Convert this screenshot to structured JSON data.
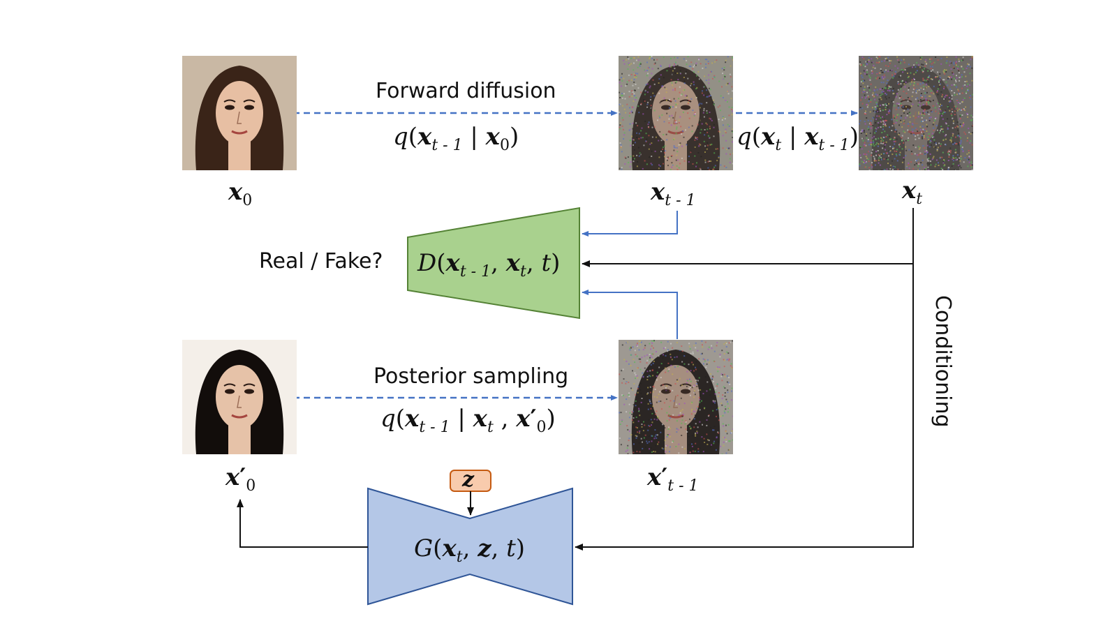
{
  "labels": {
    "forward": "Forward diffusion",
    "posterior": "Posterior sampling",
    "real_fake": "Real / Fake?",
    "conditioning": "Conditioning"
  },
  "symbols": {
    "x": "x",
    "z": "z",
    "D": "D",
    "G": "G",
    "q": "q",
    "t": "t",
    "prime": "′",
    "sub_0": "0",
    "sub_t": "t",
    "sub_tm1": "t - 1"
  },
  "images": [
    {
      "id": "x0",
      "kind": "clean face",
      "noise_level": 0.0
    },
    {
      "id": "x_t-1",
      "kind": "noisy face",
      "noise_level": 0.45
    },
    {
      "id": "x_t",
      "kind": "noisier face",
      "noise_level": 0.85
    },
    {
      "id": "x0_prime",
      "kind": "generated clean face",
      "noise_level": 0.0
    },
    {
      "id": "x_t-1_prime",
      "kind": "generated noisy face",
      "noise_level": 0.45
    }
  ],
  "colors": {
    "dashed_arrow": "#4472c4",
    "feedback_arrow": "#4472c4",
    "solid_arrow": "#111111",
    "discriminator_fill": "#a9d18e",
    "discriminator_stroke": "#548235",
    "generator_fill": "#b4c7e7",
    "generator_stroke": "#2f5597",
    "z_fill": "#f8cbad",
    "z_stroke": "#c55a11"
  }
}
